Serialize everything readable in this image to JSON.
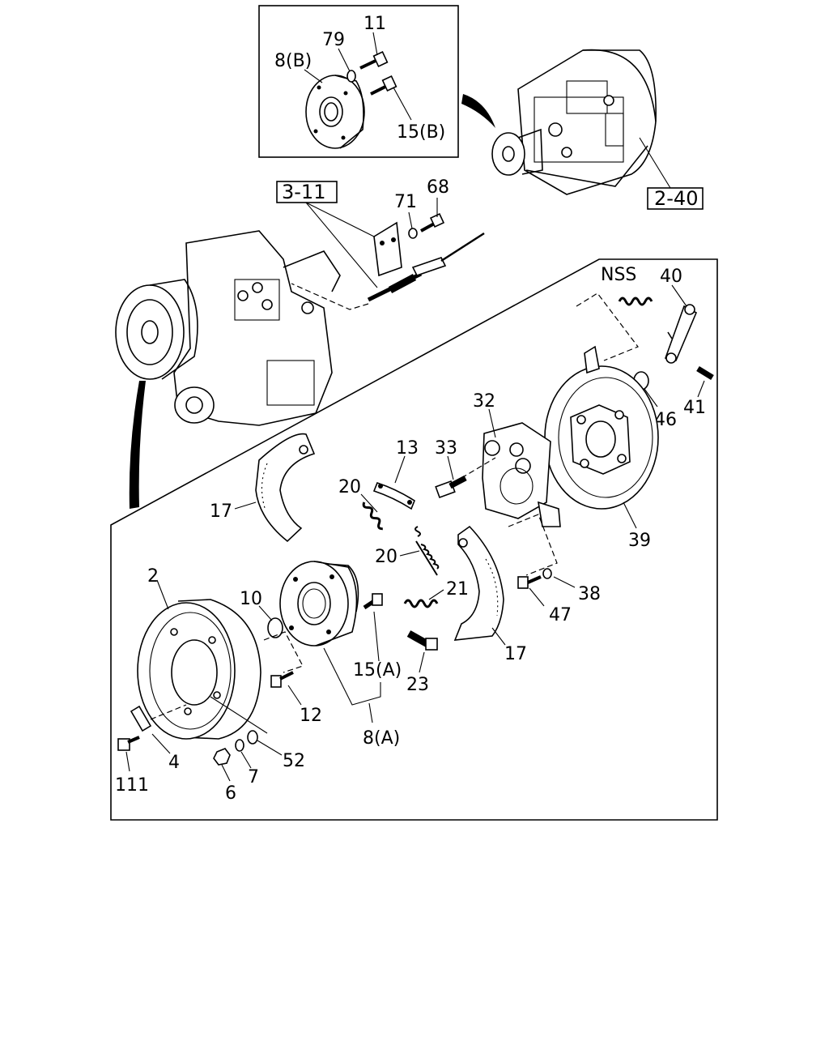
{
  "labels": {
    "p11": "11",
    "p79": "79",
    "p8b": "8(B)",
    "p15b": "15(B)",
    "ref3_11": "3-11",
    "ref2_40": "2-40",
    "p71": "71",
    "p68": "68",
    "nss": "NSS",
    "p40": "40",
    "p46": "46",
    "p41": "41",
    "p32": "32",
    "p13": "13",
    "p33": "33",
    "p20a": "20",
    "p20b": "20",
    "p17a": "17",
    "p39": "39",
    "p2": "2",
    "p10": "10",
    "p21": "21",
    "p38": "38",
    "p47": "47",
    "p15a": "15(A)",
    "p17b": "17",
    "p23": "23",
    "p12": "12",
    "p8a": "8(A)",
    "p4": "4",
    "p52": "52",
    "p111": "111",
    "p7": "7",
    "p6": "6"
  }
}
